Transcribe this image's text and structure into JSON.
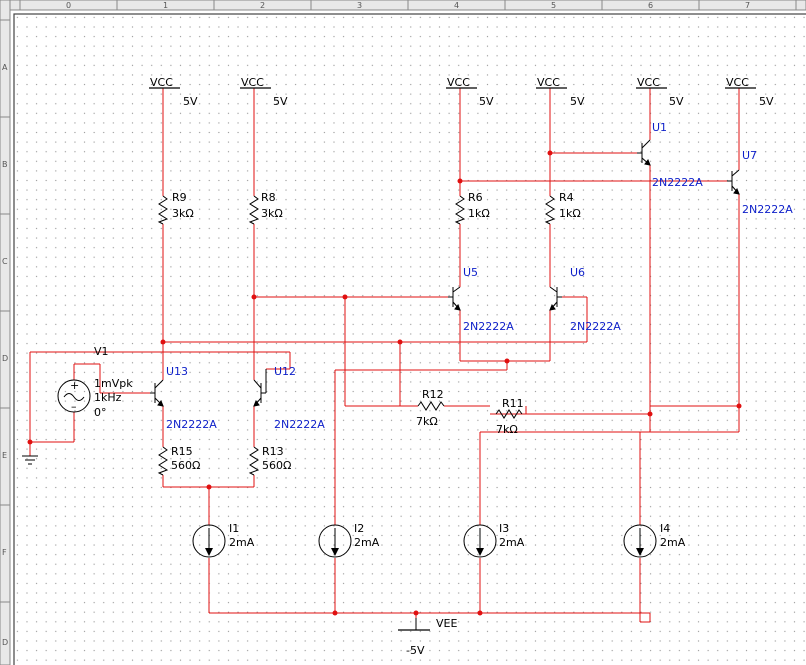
{
  "colors": {
    "wire": "#e01010",
    "component": "#000000",
    "label": "#000000",
    "part_label": "#0d1fc9",
    "grid_dot": "#9a9a9a"
  },
  "ruler": {
    "columns": [
      "0",
      "1",
      "2",
      "3",
      "4",
      "5",
      "6",
      "7"
    ],
    "rows": [
      "A",
      "B",
      "C",
      "D",
      "E",
      "F",
      "D"
    ]
  },
  "supplies": {
    "vcc": [
      {
        "name": "VCC",
        "value": "5V"
      },
      {
        "name": "VCC",
        "value": "5V"
      },
      {
        "name": "VCC",
        "value": "5V"
      },
      {
        "name": "VCC",
        "value": "5V"
      },
      {
        "name": "VCC",
        "value": "5V"
      },
      {
        "name": "VCC",
        "value": "5V"
      }
    ],
    "vee": {
      "name": "VEE",
      "value": "-5V"
    }
  },
  "resistors": {
    "R9": {
      "name": "R9",
      "value": "3kΩ"
    },
    "R8": {
      "name": "R8",
      "value": "3kΩ"
    },
    "R6": {
      "name": "R6",
      "value": "1kΩ"
    },
    "R4": {
      "name": "R4",
      "value": "1kΩ"
    },
    "R15": {
      "name": "R15",
      "value": "560Ω"
    },
    "R13": {
      "name": "R13",
      "value": "560Ω"
    },
    "R12": {
      "name": "R12",
      "value": "7kΩ"
    },
    "R11": {
      "name": "R11",
      "value": "7kΩ"
    }
  },
  "transistors": {
    "U1": {
      "name": "U1",
      "model": "2N2222A"
    },
    "U7": {
      "name": "U7",
      "model": "2N2222A"
    },
    "U5": {
      "name": "U5",
      "model": "2N2222A"
    },
    "U6": {
      "name": "U6",
      "model": "2N2222A"
    },
    "U13": {
      "name": "U13",
      "model": "2N2222A"
    },
    "U12": {
      "name": "U12",
      "model": "2N2222A"
    }
  },
  "sources": {
    "I1": {
      "name": "I1",
      "value": "2mA"
    },
    "I2": {
      "name": "I2",
      "value": "2mA"
    },
    "I3": {
      "name": "I3",
      "value": "2mA"
    },
    "I4": {
      "name": "I4",
      "value": "2mA"
    }
  },
  "v1": {
    "name": "V1",
    "amplitude": "1mVpk",
    "frequency": "1kHz",
    "phase": "0°"
  }
}
